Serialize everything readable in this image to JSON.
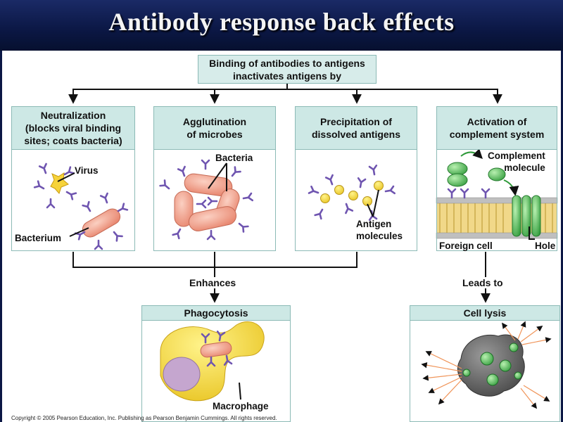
{
  "title": "Antibody response back effects",
  "top_box": "Binding of antibodies to antigens\ninactivates antigens by",
  "mechanisms": [
    {
      "header": "Neutralization\n(blocks viral binding\nsites; coats bacteria)",
      "labels": [
        "Virus",
        "Bacterium"
      ]
    },
    {
      "header": "Agglutination\nof microbes",
      "labels": [
        "Bacteria"
      ]
    },
    {
      "header": "Precipitation of\ndissolved antigens",
      "labels": [
        "Antigen\nmolecules"
      ]
    },
    {
      "header": "Activation of\ncomplement system",
      "labels": [
        "Complement\nmolecule",
        "Foreign cell",
        "Hole"
      ]
    }
  ],
  "flows": {
    "enhances": "Enhances",
    "leads_to": "Leads to"
  },
  "outcomes": [
    {
      "header": "Phagocytosis",
      "labels": [
        "Macrophage"
      ]
    },
    {
      "header": "Cell lysis",
      "labels": []
    }
  ],
  "copyright": "Copyright © 2005 Pearson Education, Inc. Publishing as Pearson Benjamin Cummings. All rights reserved."
}
